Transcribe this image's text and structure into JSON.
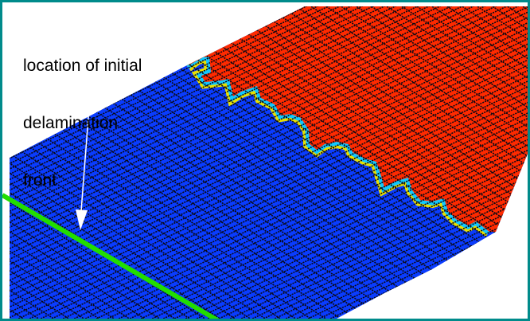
{
  "annotation": {
    "lines": [
      "location of initial",
      "delamination",
      "front"
    ]
  },
  "colors": {
    "frame": "#008b8b",
    "background": "#ffffff",
    "intact_region": "#0a3cff",
    "delaminated_region": "#ff2a00",
    "transition_inner": "#10c8ff",
    "transition_outer": "#e8e000",
    "mesh_lines": "#0a0a14",
    "initial_front_line": "#22dd00",
    "arrow": "#ffffff"
  }
}
